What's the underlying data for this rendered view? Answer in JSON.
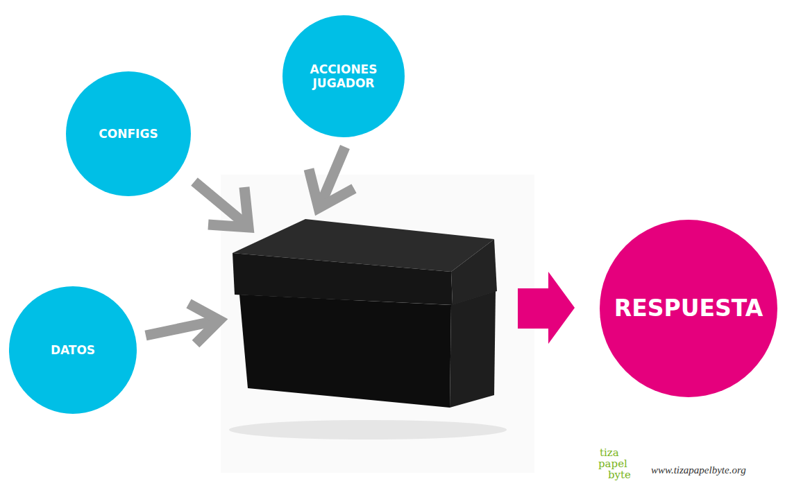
{
  "diagram": {
    "nodes": [
      {
        "text": [
          "CONFIGS"
        ]
      },
      {
        "text": [
          "ACCIONES JUGADOR"
        ]
      },
      {
        "text": [
          "DATOS"
        ]
      },
      {
        "text": [
          "RESPUESTA"
        ]
      }
    ],
    "labels": [
      "tiza",
      "papel",
      "byte",
      "www.tizapapelbyte.org"
    ]
  }
}
